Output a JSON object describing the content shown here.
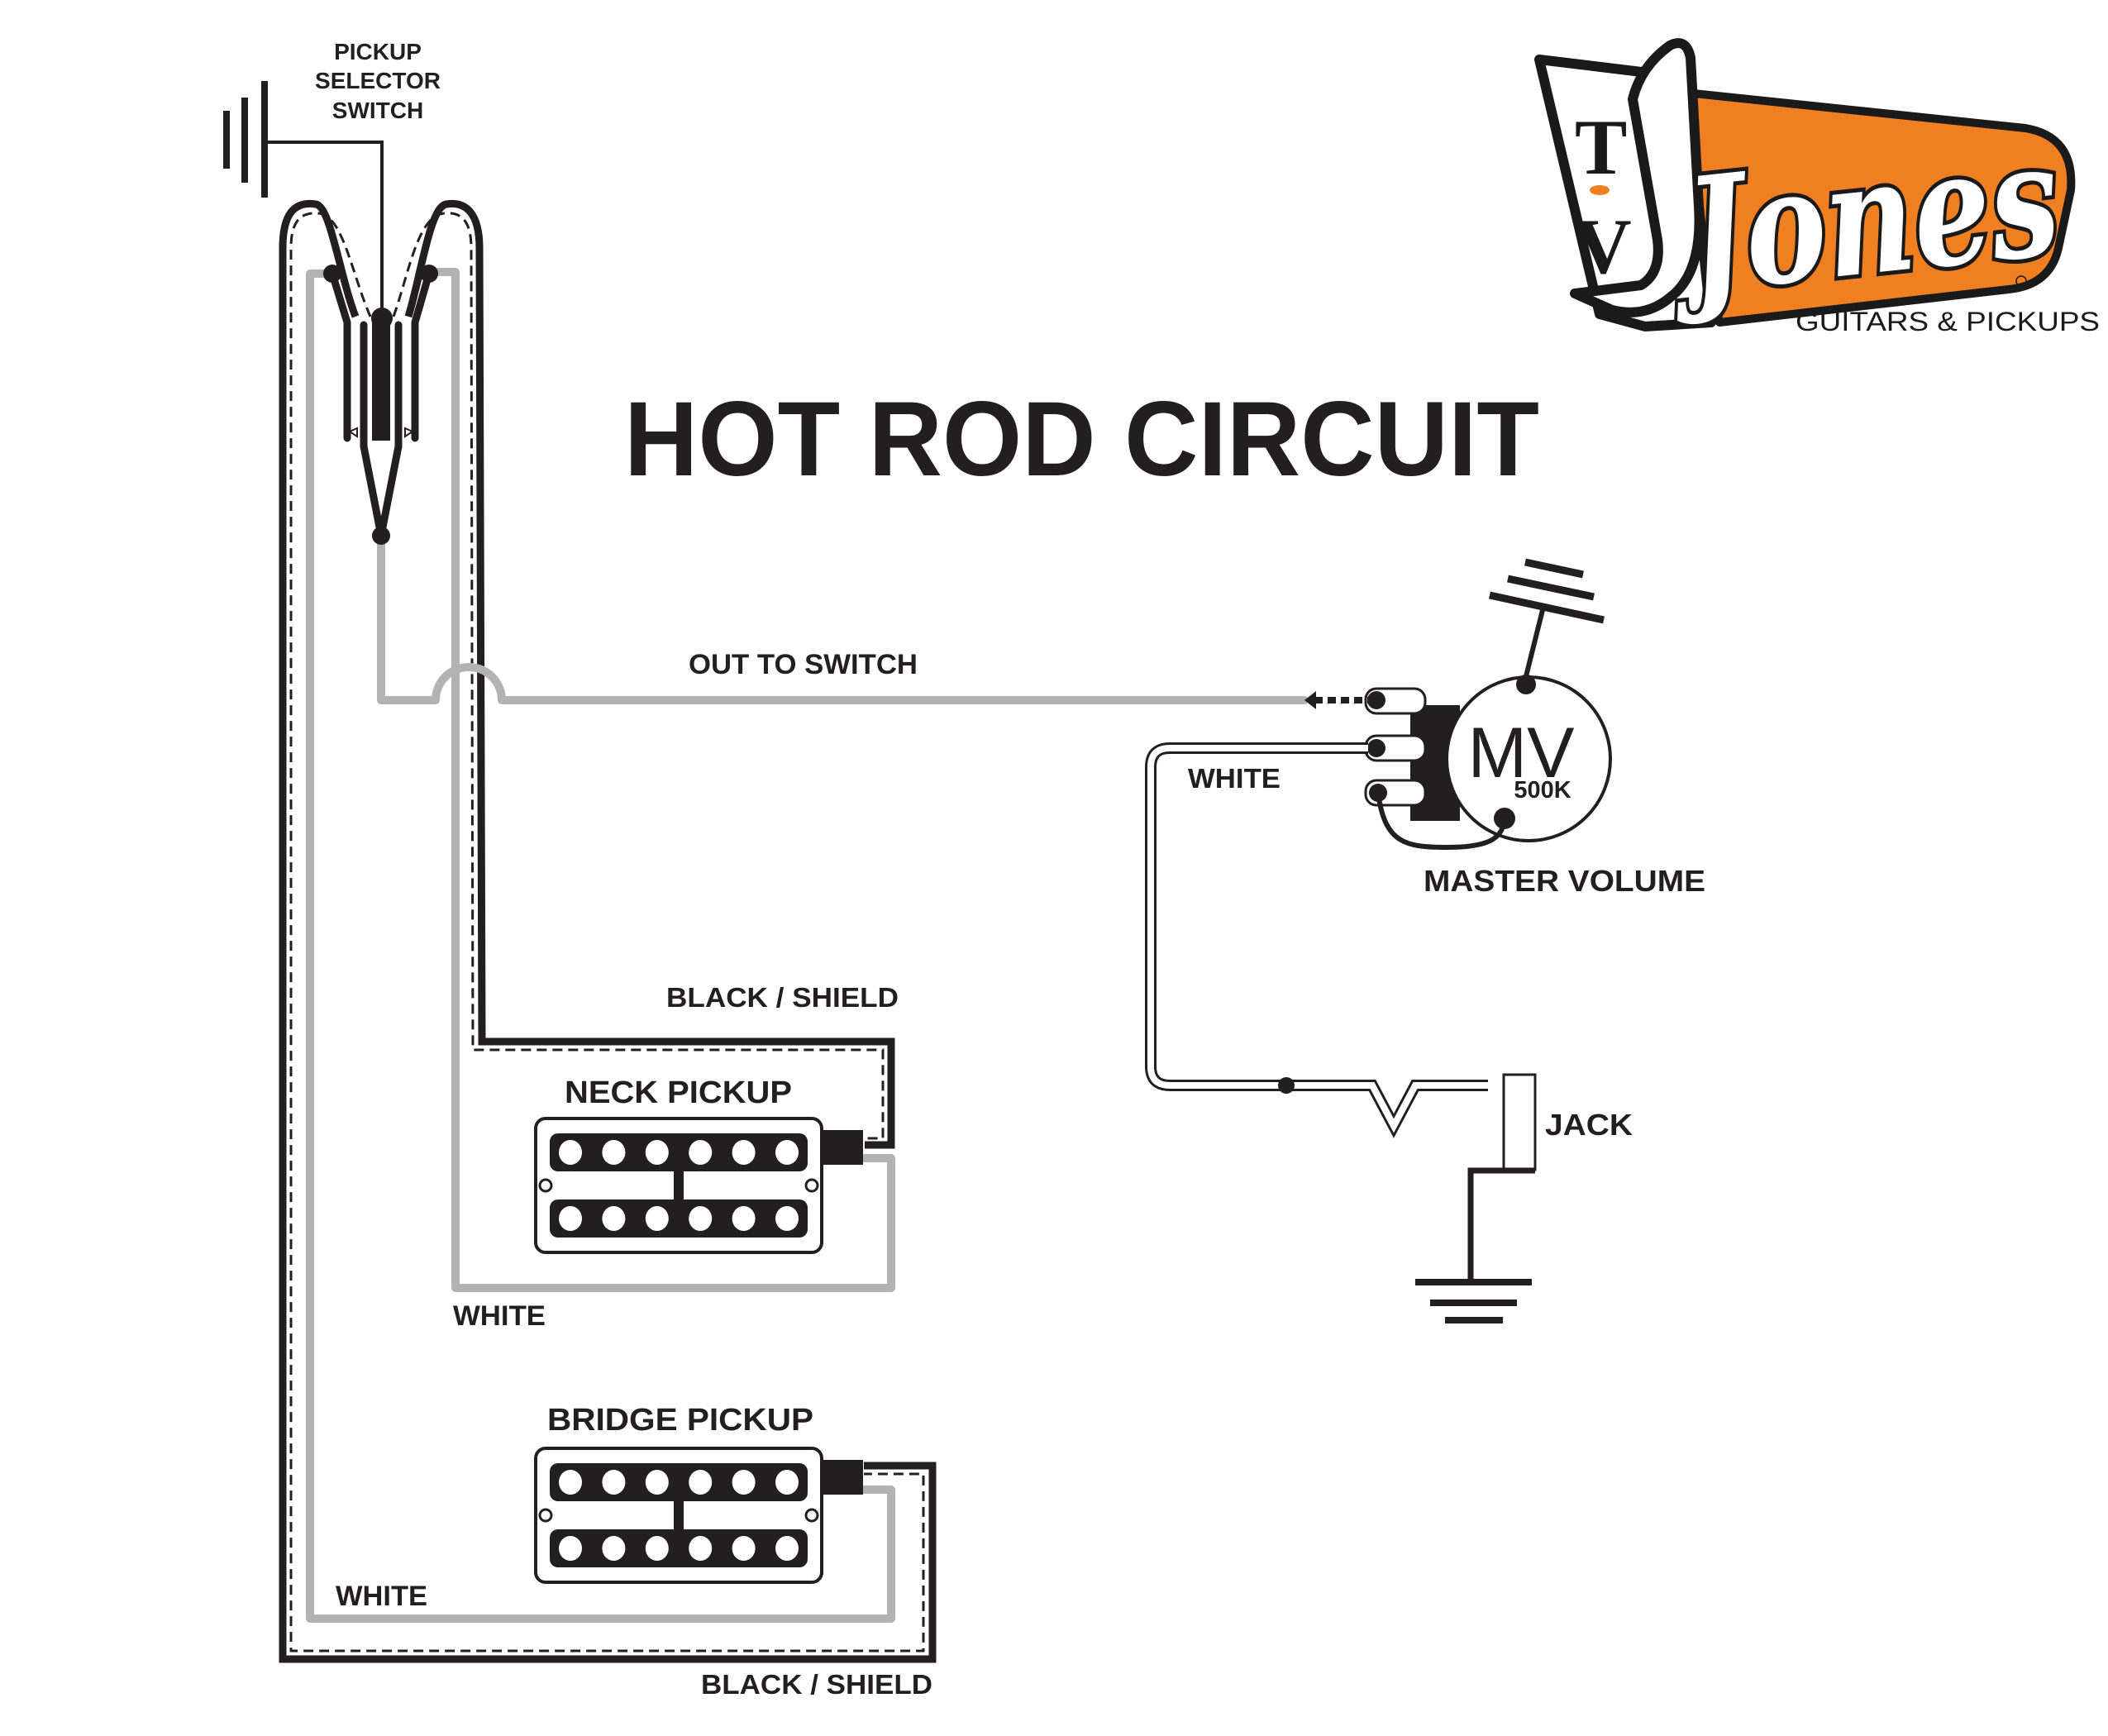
{
  "title": "HOT ROD CIRCUIT",
  "logo": {
    "brand": "Jones",
    "monogram": [
      "T",
      "V"
    ],
    "tagline": "GUITARS & PICKUPS",
    "registered_mark": "R",
    "colors": {
      "accent": "#f07f22",
      "outline": "#1a1a1a",
      "letter_fill": "#ffffff"
    }
  },
  "labels": {
    "pickup_selector_switch": [
      "PICKUP",
      "SELECTOR",
      "SWITCH"
    ],
    "out_to_switch": "OUT TO SWITCH",
    "pot_name": "MV",
    "pot_value": "500K",
    "master_volume": "MASTER VOLUME",
    "white_to_jack": "WHITE",
    "jack": "JACK",
    "neck_black_shield": "BLACK / SHIELD",
    "neck_pickup": "NECK PICKUP",
    "neck_white": "WHITE",
    "bridge_pickup": "BRIDGE PICKUP",
    "bridge_white": "WHITE",
    "bridge_black_shield": "BLACK / SHIELD"
  },
  "wire_colors": {
    "white_wire": "#b3b3b3",
    "black_wire": "#231f20"
  },
  "pickups": [
    {
      "name": "neck",
      "pole_pieces_per_row": 6,
      "rows": 2
    },
    {
      "name": "bridge",
      "pole_pieces_per_row": 6,
      "rows": 2
    }
  ]
}
